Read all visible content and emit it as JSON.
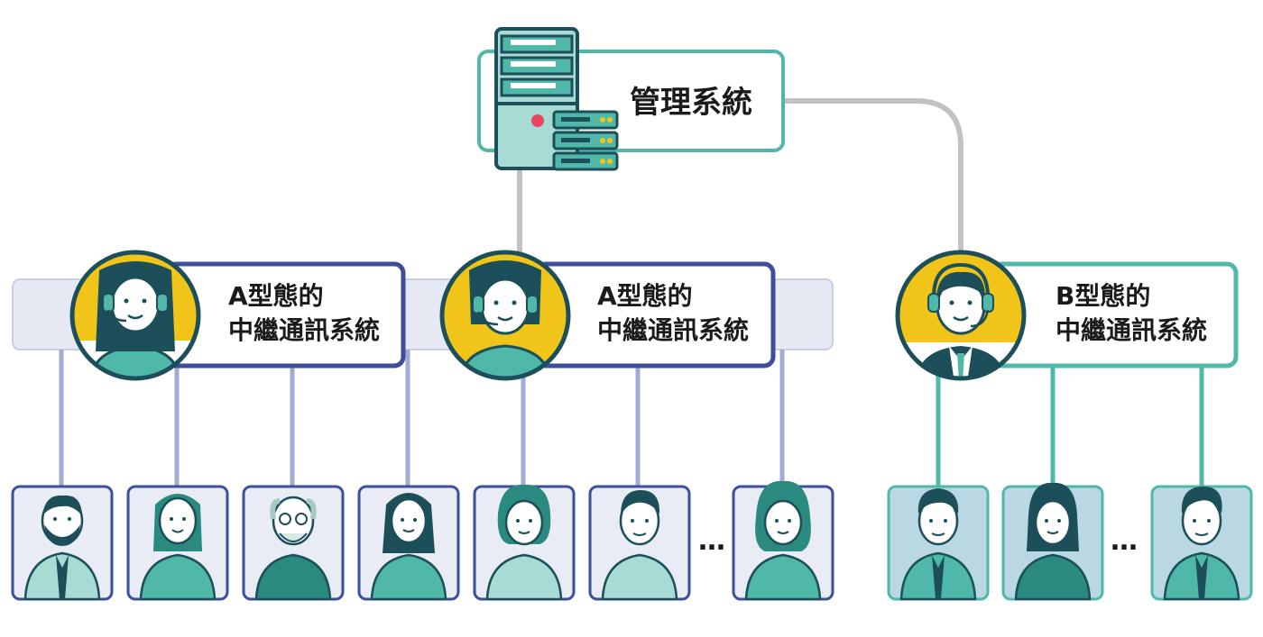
{
  "management": {
    "label": "管理系統"
  },
  "relays": [
    {
      "line1": "A型態的",
      "line2": "中繼通訊系統"
    },
    {
      "line1": "A型態的",
      "line2": "中繼通訊系統"
    },
    {
      "line1": "B型態的",
      "line2": "中繼通訊系統"
    }
  ],
  "ellipsis": "…",
  "colors": {
    "teal": "#4fb8a8",
    "navy": "#3d4e9a",
    "navy_light": "#9aa3cf",
    "panel_fill": "#e6e8f4",
    "connector_gray": "#c2c2c2",
    "avatar_yellow": "#f0c419",
    "dark_teal": "#1c4f5a",
    "user_bg_a": "#e9ebf5",
    "user_bg_b": "#b9d8e4"
  }
}
